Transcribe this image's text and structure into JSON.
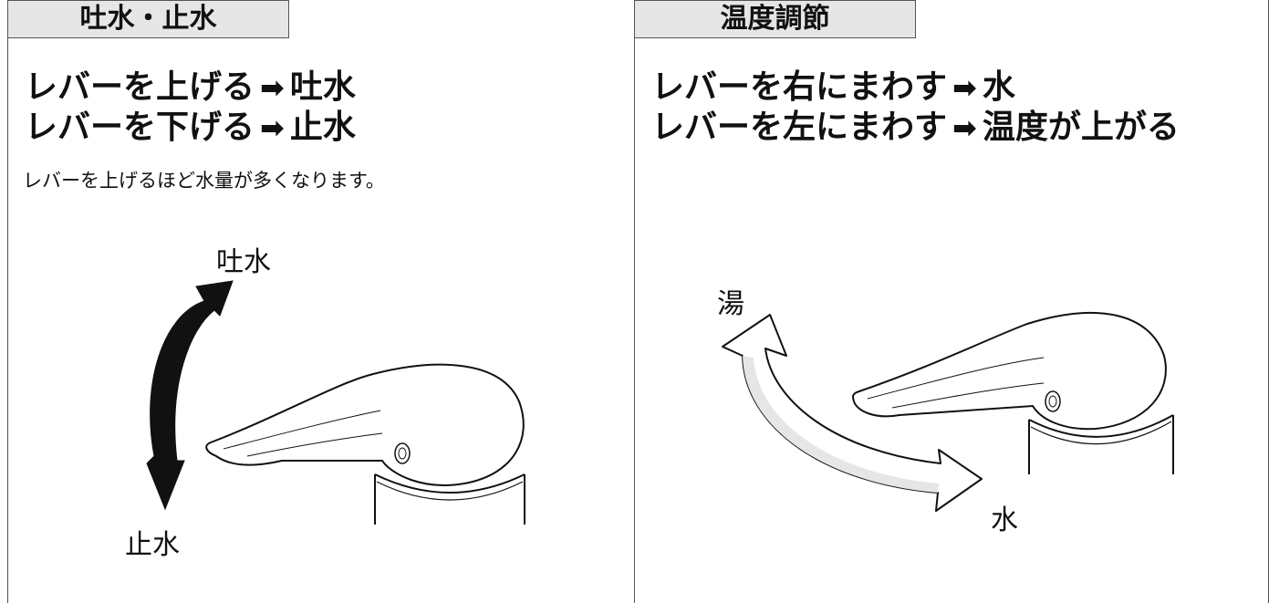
{
  "left": {
    "tab": "吐水・止水",
    "lines": [
      {
        "action": "レバーを上げる",
        "result": "吐水"
      },
      {
        "action": "レバーを下げる",
        "result": "止水"
      }
    ],
    "note": "レバーを上げるほど水量が多くなります。",
    "label_up": "吐水",
    "label_down": "止水"
  },
  "right": {
    "tab": "温度調節",
    "lines": [
      {
        "action": "レバーを右にまわす",
        "result": "水"
      },
      {
        "action": "レバーを左にまわす",
        "result": "温度が上がる"
      }
    ],
    "label_hot": "湯",
    "label_cold": "水"
  },
  "arrow_glyph": "➡"
}
